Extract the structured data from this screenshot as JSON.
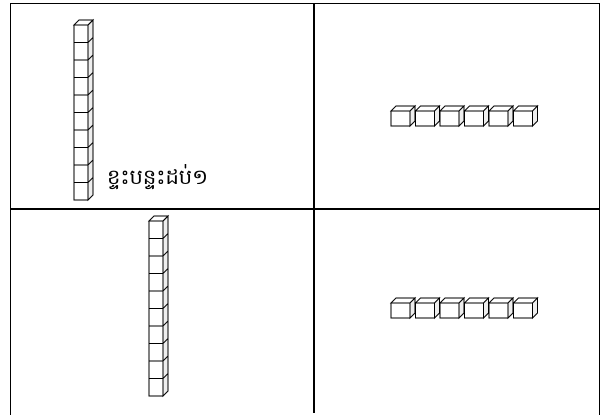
{
  "cells": [
    {
      "id": "top-left",
      "tens_rods": 1,
      "ones_cubes": 0,
      "caption": "ខ្ទះបន្ទះដប់១"
    },
    {
      "id": "top-right",
      "tens_rods": 0,
      "ones_cubes": 6,
      "caption": ""
    },
    {
      "id": "bottom-left",
      "tens_rods": 1,
      "ones_cubes": 0,
      "caption": ""
    },
    {
      "id": "bottom-right",
      "tens_rods": 0,
      "ones_cubes": 6,
      "caption": ""
    }
  ],
  "rod_cube_count": 10,
  "colors": {
    "stroke": "#000000",
    "fill": "#ffffff",
    "side": "#eeeeee"
  }
}
